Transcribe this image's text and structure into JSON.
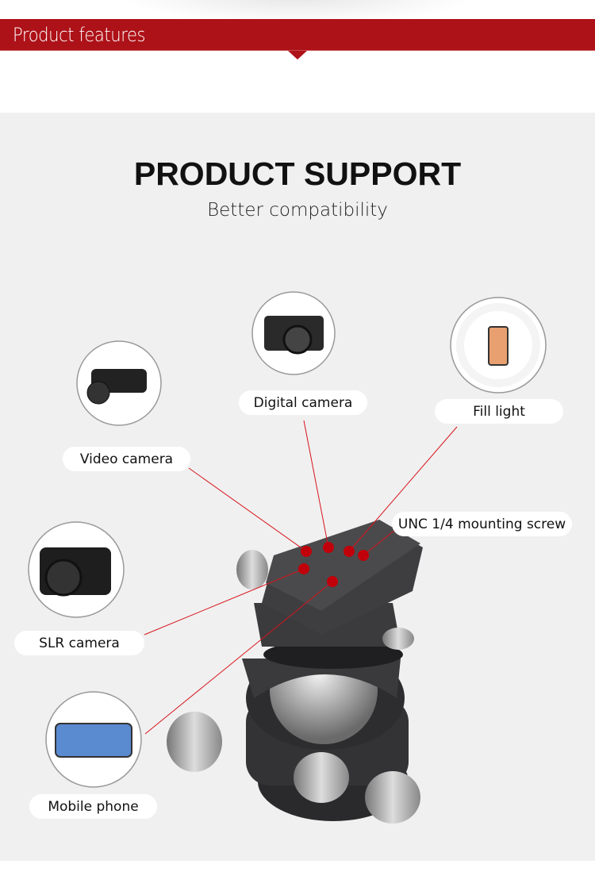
{
  "header": {
    "section_title": "Product features"
  },
  "main": {
    "title": "PRODUCT SUPPORT",
    "subtitle": "Better compatibility",
    "labels": {
      "video": "Video camera",
      "digital": "Digital camera",
      "fill": "Fill light",
      "unc": "UNC 1/4 mounting screw",
      "slr": "SLR camera",
      "mobile": "Mobile phone"
    }
  },
  "colors": {
    "accent": "#ad1218",
    "panel": "#f0f0f0",
    "line": "#d8141c"
  }
}
